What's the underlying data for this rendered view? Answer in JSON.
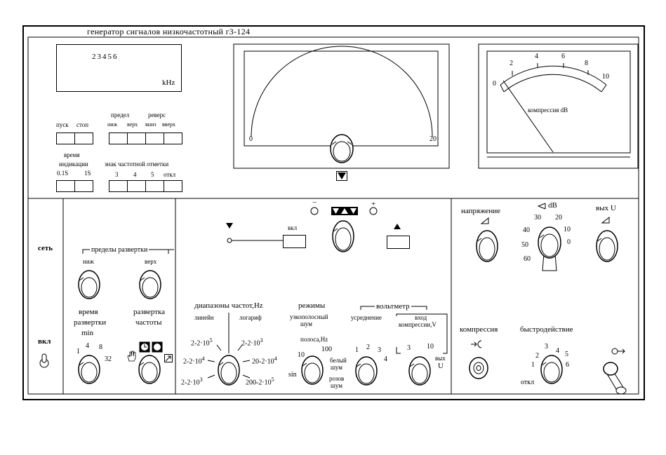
{
  "title": "генератор сигналов низкочастотный г3-124",
  "display": {
    "value": "23456",
    "unit": "kHz"
  },
  "buttons_top": {
    "start": "пуск",
    "stop": "стоп",
    "limit": "предел",
    "reverse": "реверс",
    "low": "ниж",
    "high": "верх",
    "down": "вниз",
    "up": "вверх",
    "time_label_1": "время",
    "time_label_2": "индикации",
    "time_01": "0.1S",
    "time_1": "1S",
    "mark_label": "знак частотной отметки",
    "mark_3": "3",
    "mark_4": "4",
    "mark_5": "5",
    "mark_off": "откл"
  },
  "meter_left": {
    "min": "0",
    "max": "20"
  },
  "meter_right": {
    "ticks": [
      "0",
      "2",
      "4",
      "6",
      "8",
      "10"
    ],
    "label": "компрессия dB"
  },
  "power": {
    "network": "сеть",
    "on": "вкл"
  },
  "sweep": {
    "range_label": "пределы развертки",
    "low": "ниж",
    "high": "верх",
    "time_1": "время",
    "time_2": "развертки",
    "time_3": "min",
    "freq_1": "развертка",
    "freq_2": "частоты",
    "t1": "1",
    "t4": "4",
    "t8": "8",
    "t32": "32"
  },
  "center": {
    "on_label": "вкл",
    "minus": "−",
    "plus": "+",
    "freq_ranges": "диапазоны частот,Hz",
    "linear": "линейн",
    "log": "логариф",
    "r1": "2-2·10",
    "r1e": "5",
    "r2": "2-2·10",
    "r2e": "3",
    "r3": "2-2·10",
    "r3e": "4",
    "r4": "20-2·10",
    "r4e": "4",
    "r5": "2-2·10",
    "r5e": "3",
    "r6": "200-2·10",
    "r6e": "5",
    "modes": "режимы",
    "narrowband_1": "узкополосный",
    "narrowband_2": "шум",
    "band": "полоса,Hz",
    "b10": "10",
    "b100": "100",
    "sin": "sin",
    "white_1": "белый",
    "white_2": "шум",
    "pink_1": "розов",
    "pink_2": "шум",
    "voltmeter": "вольтметр",
    "averaging": "усреднение",
    "compression_input_1": "вход",
    "compression_input_2": "компрессии,V",
    "a1": "1",
    "a2": "2",
    "a3": "3",
    "a4": "4",
    "v3": "3",
    "v10": "10",
    "out_1": "вых",
    "out_2": "U"
  },
  "right": {
    "voltage": "напряжение",
    "db": "dB",
    "out_u": "вых U",
    "db_ticks": [
      "30",
      "20",
      "40",
      "10",
      "50",
      "0",
      "60"
    ],
    "compression": "компрессия",
    "speed": "быстродействие",
    "s1": "1",
    "s2": "2",
    "s3": "3",
    "s4": "4",
    "s5": "5",
    "s6": "6",
    "off": "откл"
  }
}
